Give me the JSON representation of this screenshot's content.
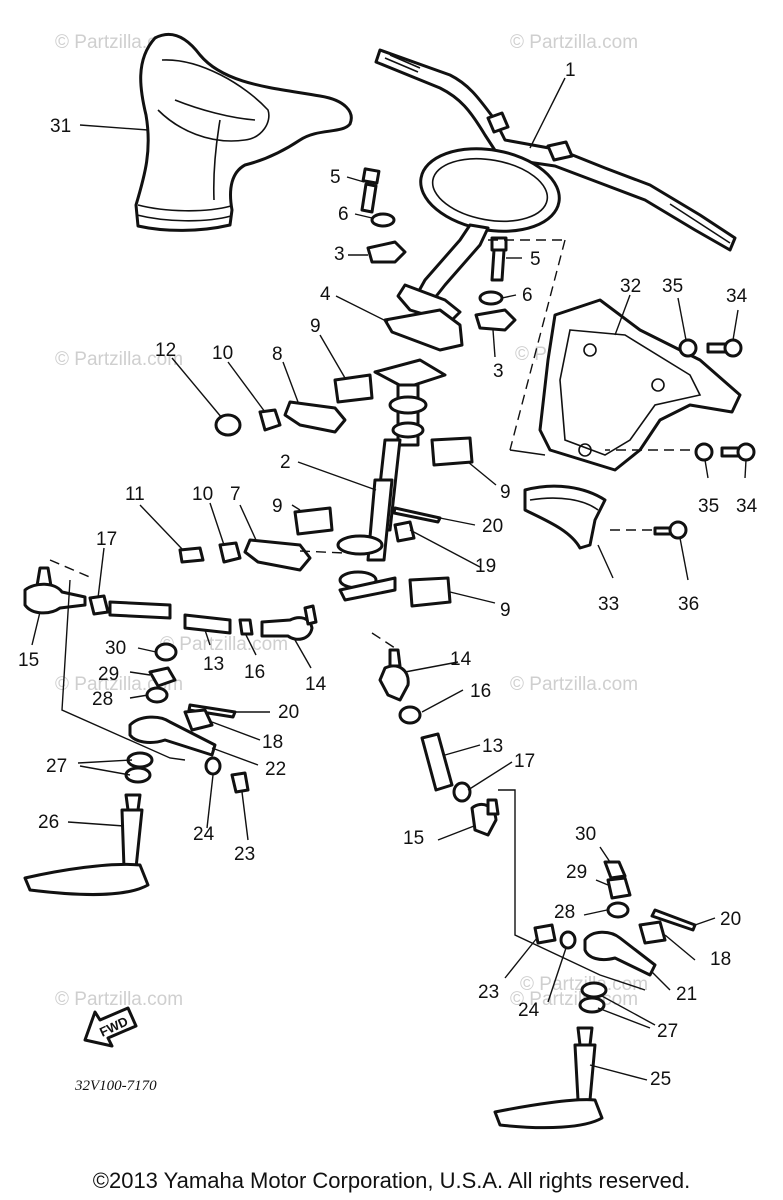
{
  "watermarks": [
    "© Partzilla.com",
    "© Partzilla.com",
    "© Partzilla.com",
    "© Partzilla.com",
    "© Partzilla.com",
    "© Partzilla.com",
    "© Partzilla.com",
    "© Partzilla.com",
    "© Partzilla.com",
    "© Partzilla.com"
  ],
  "callouts": [
    "1",
    "2",
    "3",
    "3",
    "4",
    "5",
    "5",
    "6",
    "6",
    "7",
    "8",
    "9",
    "9",
    "9",
    "9",
    "10",
    "10",
    "11",
    "12",
    "13",
    "13",
    "14",
    "14",
    "15",
    "15",
    "16",
    "16",
    "17",
    "17",
    "18",
    "18",
    "19",
    "20",
    "20",
    "20",
    "21",
    "22",
    "23",
    "23",
    "24",
    "24",
    "25",
    "26",
    "27",
    "27",
    "28",
    "28",
    "29",
    "29",
    "30",
    "30",
    "31",
    "32",
    "33",
    "34",
    "34",
    "35",
    "35",
    "36"
  ],
  "fwd_label": "FWD",
  "drawing_code": "32V100-7170",
  "copyright": "©2013  Yamaha Motor Corporation, U.S.A. All rights reserved."
}
